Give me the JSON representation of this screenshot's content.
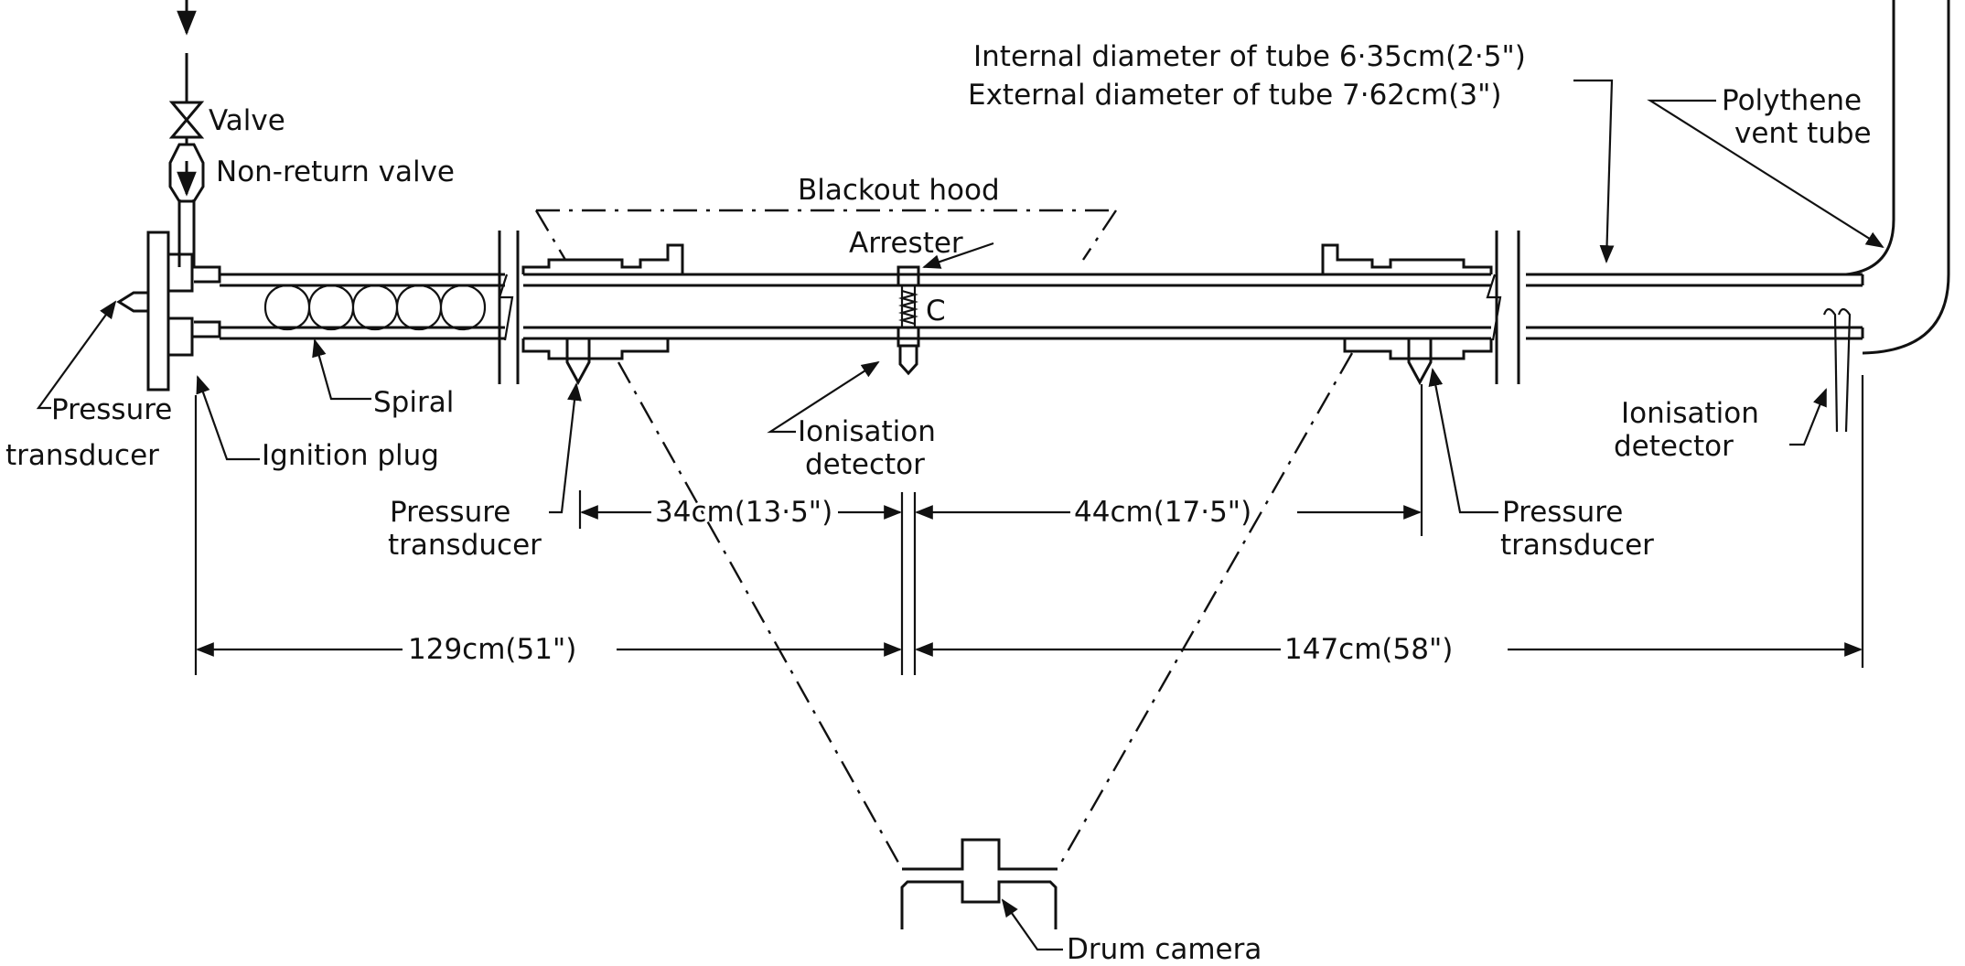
{
  "labels": {
    "valve": "Valve",
    "non_return_valve": "Non-return valve",
    "blackout_hood": "Blackout hood",
    "internal_diameter": "Internal diameter of tube 6·35cm(2·5\")",
    "external_diameter": "External diameter of tube 7·62cm(3\")",
    "polythene_vent_tube_line1": "Polythene",
    "polythene_vent_tube_line2": "vent tube",
    "arrester": "Arrester",
    "arrester_mark": "C",
    "pressure_transducer_left_line1": "Pressure",
    "pressure_transducer_left_line2": "transducer",
    "ignition_plug": "Ignition plug",
    "spiral": "Spiral",
    "ionisation_detector_mid_line1": "Ionisation",
    "ionisation_detector_mid_line2": "detector",
    "ionisation_detector_right_line1": "Ionisation",
    "ionisation_detector_right_line2": "detector",
    "pressure_transducer_mid_line1": "Pressure",
    "pressure_transducer_mid_line2": "transducer",
    "pressure_transducer_right_line1": "Pressure",
    "pressure_transducer_right_line2": "transducer",
    "drum_camera": "Drum camera"
  },
  "dimensions": {
    "short_left": "34cm(13·5\")",
    "short_right": "44cm(17·5\")",
    "long_left": "129cm(51\")",
    "long_right": "147cm(58\")"
  }
}
